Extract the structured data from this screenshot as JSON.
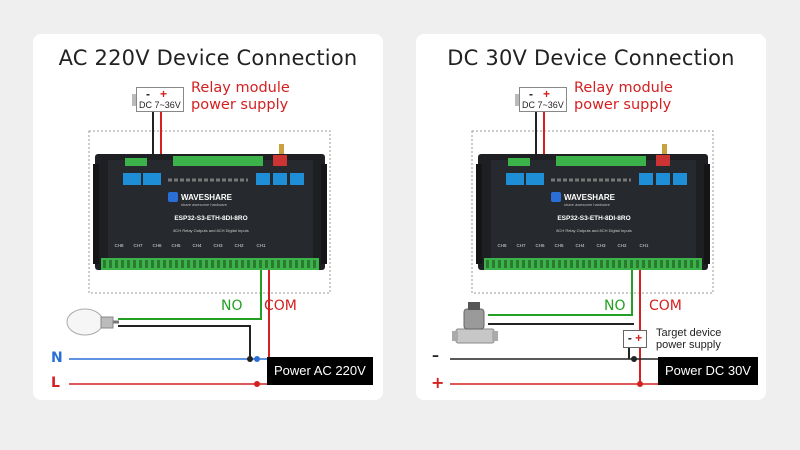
{
  "colors": {
    "red": "#d42020",
    "green": "#23a023",
    "blue": "#2a6fd6",
    "board": "#1d1f22",
    "terminal": "#3cb24a",
    "connector": "#1e8fd6"
  },
  "left_panel": {
    "title": "AC 220V Device Connection",
    "relay": {
      "line1": "Relay module",
      "line2": "power supply"
    },
    "psu": {
      "minus": "-",
      "plus": "+",
      "range": "DC 7~36V"
    },
    "board": {
      "brand": "WAVESHARE",
      "slogan": "share awesome hardware",
      "model": "ESP32-S3-ETH-8DI-8RO",
      "desc": "8CH Relay Outputs and 8CH Digital Inputs",
      "channels": [
        "CH8",
        "CH7",
        "CH6",
        "CH5",
        "CH4",
        "CH3",
        "CH2",
        "CH1"
      ]
    },
    "no_label": "NO",
    "com_label": "COM",
    "line_n": "N",
    "line_l": "L",
    "power": "Power AC 220V",
    "device_icon": "light-bulb-icon"
  },
  "right_panel": {
    "title": "DC 30V Device Connection",
    "relay": {
      "line1": "Relay module",
      "line2": "power supply"
    },
    "psu": {
      "minus": "-",
      "plus": "+",
      "range": "DC 7~36V"
    },
    "board": {
      "brand": "WAVESHARE",
      "slogan": "share awesome hardware",
      "model": "ESP32-S3-ETH-8DI-8RO",
      "desc": "8CH Relay Outputs and 8CH Digital Inputs",
      "channels": [
        "CH8",
        "CH7",
        "CH6",
        "CH5",
        "CH4",
        "CH3",
        "CH2",
        "CH1"
      ]
    },
    "no_label": "NO",
    "com_label": "COM",
    "target": {
      "minus": "-",
      "plus": "+",
      "line1": "Target device",
      "line2": "power supply"
    },
    "line_minus": "–",
    "line_plus": "+",
    "power": "Power DC 30V",
    "device_icon": "solenoid-valve-icon"
  }
}
